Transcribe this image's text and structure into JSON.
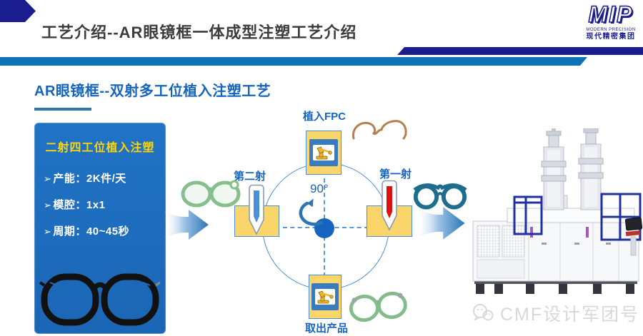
{
  "header": {
    "title": "工艺介绍--AR眼镜框一体成型注塑工艺介绍",
    "logo": {
      "acronym": "MIP",
      "line_en": "MODERN PRECISION",
      "line_cn": "现代精密集团"
    }
  },
  "section": {
    "subtitle": "AR眼镜框--双射多工位植入注塑工艺"
  },
  "info_panel": {
    "title": "二射四工位植入注塑",
    "bullet_marker": "➢",
    "bullets": [
      {
        "text": "产能：2K件/天"
      },
      {
        "text": "模腔：1x1"
      },
      {
        "text": "周期：40~45秒"
      }
    ]
  },
  "diagram": {
    "station_top": "植入FPC",
    "station_left": "第二射",
    "station_right": "第一射",
    "station_bottom": "取出产品",
    "rotation": "90°"
  },
  "watermark": {
    "text": "CMF设计军团号"
  },
  "icons": {
    "robot": "robot-arm-icon",
    "wechat": "wechat-icon",
    "rotate": "rotate-ccw-arrow-icon"
  },
  "colors": {
    "navy": "#1A1D8E",
    "bar_blue": "#0E72B8",
    "accent_blue": "#1565BE",
    "panel_blue": "#1C6FC2",
    "highlight_yellow": "#FFD400",
    "station_yellow": "#FAD56A",
    "second_shot_stripe": "#4A90D9",
    "first_shot_stripe": "#E01010",
    "watermark_gray": "#D8D8D8"
  }
}
